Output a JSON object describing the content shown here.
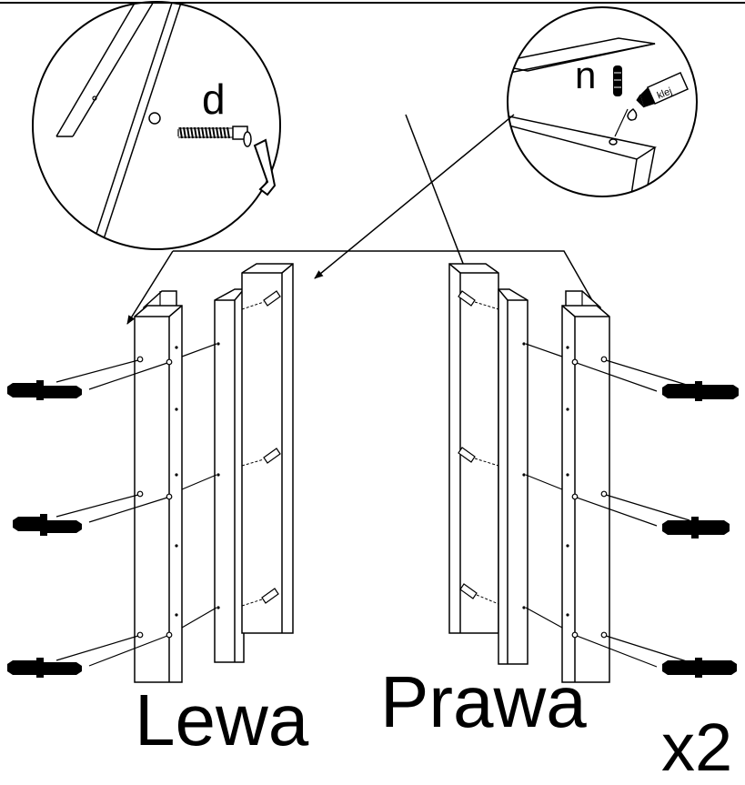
{
  "labels": {
    "left": "Lewa",
    "right": "Prawa",
    "quantity": "x2",
    "detail_left_part": "d",
    "detail_right_part": "n",
    "glue": "klej"
  },
  "icons": {
    "screw": "confirmat-screw-icon",
    "hex_key": "hex-key-icon",
    "dowel": "wooden-dowel-icon",
    "glue_tube": "glue-tube-icon",
    "glue_drop": "glue-drop-icon"
  },
  "colors": {
    "ink": "#000000",
    "paper": "#ffffff"
  }
}
